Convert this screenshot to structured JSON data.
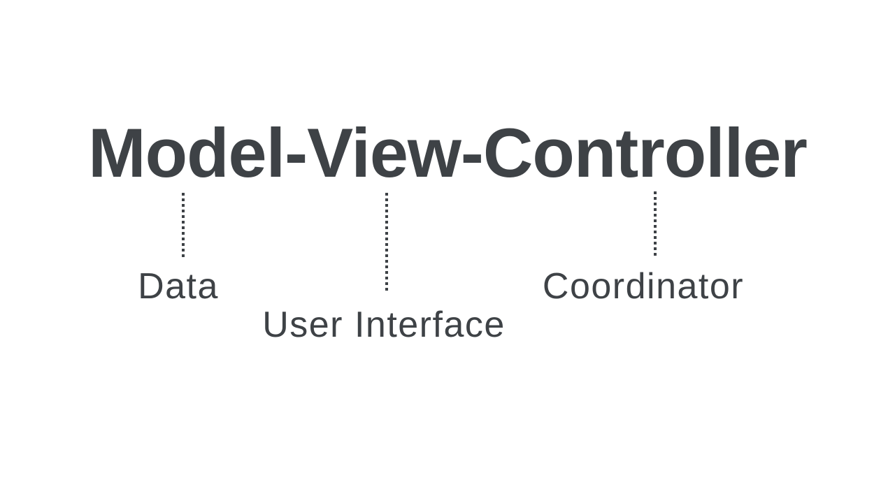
{
  "slide": {
    "title": "Model-View-Controller",
    "annotations": [
      {
        "term": "Model",
        "label": "Data"
      },
      {
        "term": "View",
        "label": "User Interface"
      },
      {
        "term": "Controller",
        "label": "Coordinator"
      }
    ],
    "colors": {
      "background": "#ffffff",
      "text": "#3e4246",
      "connector_dots": "#3e4246"
    }
  }
}
